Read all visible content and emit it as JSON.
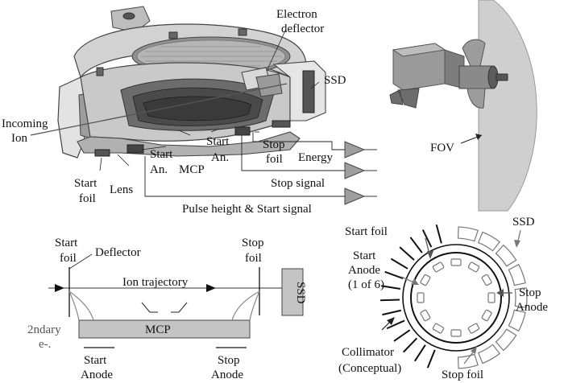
{
  "top_section": {
    "labels": {
      "electron_deflector_1": "Electron",
      "electron_deflector_2": "deflector",
      "ssd": "SSD",
      "incoming_ion_1": "Incoming",
      "incoming_ion_2": "Ion",
      "start_an_left_1": "Start",
      "start_an_left_2": "An.",
      "mcp": "MCP",
      "start_an_right_1": "Start",
      "start_an_right_2": "An.",
      "stop_foil_1": "Stop",
      "stop_foil_2": "foil",
      "energy": "Energy",
      "stop_signal": "Stop signal",
      "start_foil_1": "Start",
      "start_foil_2": "foil",
      "lens": "Lens",
      "pulse_height": "Pulse height & Start signal",
      "fov": "FOV"
    }
  },
  "schematic": {
    "labels": {
      "start_foil_1": "Start",
      "start_foil_2": "foil",
      "deflector": "Deflector",
      "stop_foil_1": "Stop",
      "stop_foil_2": "foil",
      "ion_trajectory": "Ion trajectory",
      "ssd": "SSD",
      "mcp": "MCP",
      "secondary_1": "2ndary",
      "secondary_2": "e-.",
      "start_anode_1": "Start",
      "start_anode_2": "Anode",
      "stop_anode_1": "Stop",
      "stop_anode_2": "Anode"
    }
  },
  "ring_diagram": {
    "labels": {
      "start_foil": "Start foil",
      "ssd": "SSD",
      "start_anode_1": "Start",
      "start_anode_2": "Anode",
      "start_anode_3": "(1 of 6)",
      "stop_anode_1": "Stop",
      "stop_anode_2": "Anode",
      "collimator_1": "Collimator",
      "collimator_2": "(Conceptual)",
      "stop_foil": "Stop foil"
    }
  },
  "colors": {
    "metal_light": "#d9d9d9",
    "metal_mid": "#a8a8a8",
    "metal_dark": "#5a5a5a",
    "mcp_fill": "#c4c4c4",
    "ssd_fill": "#c4c4c4",
    "fov_fill": "#cfcfcf",
    "arrow_gray": "#777777"
  }
}
